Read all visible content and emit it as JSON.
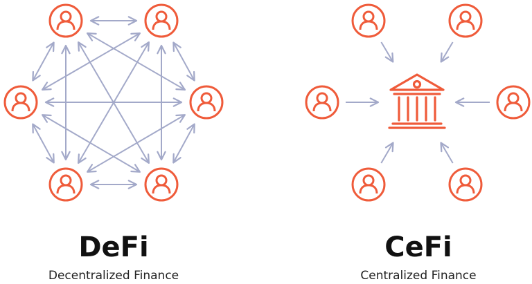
{
  "defi": {
    "title": "DeFi",
    "subtitle": "Decentralized Finance"
  },
  "cefi": {
    "title": "CeFi",
    "subtitle": "Centralized Finance"
  },
  "icons": {
    "user": "user-icon",
    "bank": "bank-icon"
  },
  "colors": {
    "accent": "#EF5B3A",
    "arrow": "#A3A9C9",
    "text": "#111111"
  }
}
